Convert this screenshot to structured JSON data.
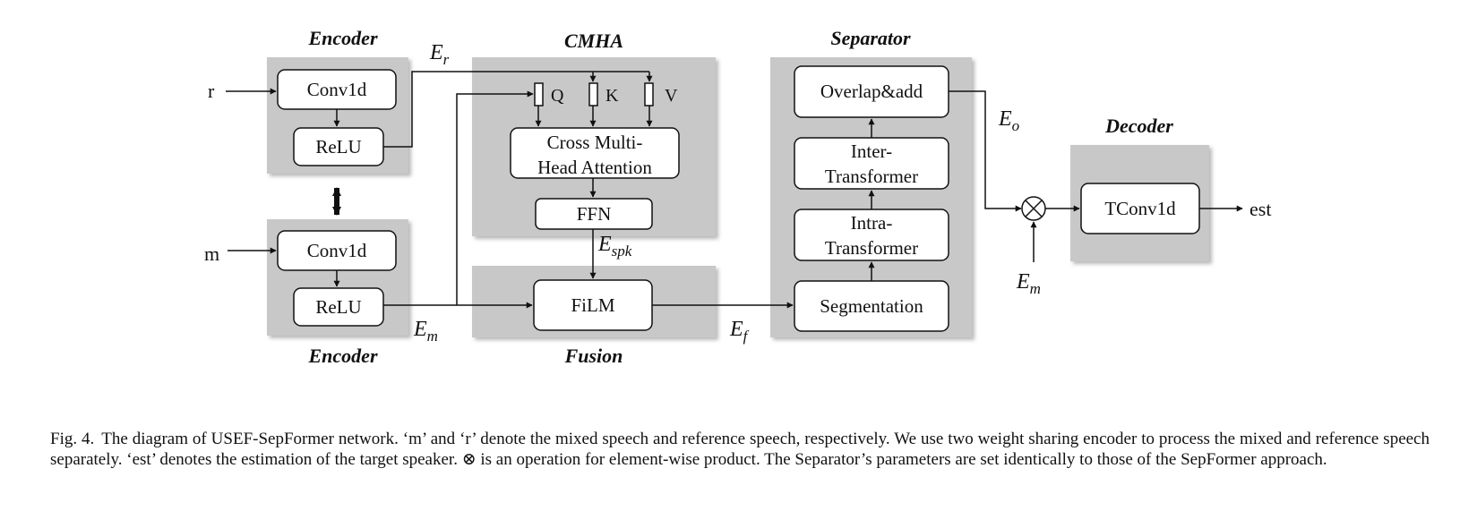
{
  "sections": {
    "encoder_top": "Encoder",
    "encoder_bottom": "Encoder",
    "cmha": "CMHA",
    "fusion": "Fusion",
    "separator": "Separator",
    "decoder": "Decoder"
  },
  "blocks": {
    "conv_top": "Conv1d",
    "relu_top": "ReLU",
    "conv_bottom": "Conv1d",
    "relu_bottom": "ReLU",
    "cross_attention_line1": "Cross Multi-",
    "cross_attention_line2": "Head Attention",
    "ffn": "FFN",
    "film": "FiLM",
    "overlap_add": "Overlap&add",
    "inter_line1": "Inter-",
    "inter_line2": "Transformer",
    "intra_line1": "Intra-",
    "intra_line2": "Transformer",
    "segmentation": "Segmentation",
    "tconv": "TConv1d"
  },
  "qkv": {
    "q": "Q",
    "k": "K",
    "v": "V"
  },
  "io": {
    "r": "r",
    "m": "m",
    "est": "est"
  },
  "signals": {
    "er": {
      "base": "E",
      "sub": "r"
    },
    "em_enc": {
      "base": "E",
      "sub": "m"
    },
    "espk": {
      "base": "E",
      "sub": "spk"
    },
    "ef": {
      "base": "E",
      "sub": "f"
    },
    "eo": {
      "base": "E",
      "sub": "o"
    },
    "em_dec": {
      "base": "E",
      "sub": "m"
    }
  },
  "caption": {
    "label": "Fig. 4.",
    "text": "The diagram of USEF-SepFormer network. ‘m’ and ‘r’ denote the mixed speech and reference speech, respectively. We use two weight sharing encoder to process the mixed and reference speech separately. ‘est’ denotes the estimation of the target speaker. ⊗ is an operation for element-wise product. The Separator’s parameters are set identically to those of the SepFormer approach."
  }
}
